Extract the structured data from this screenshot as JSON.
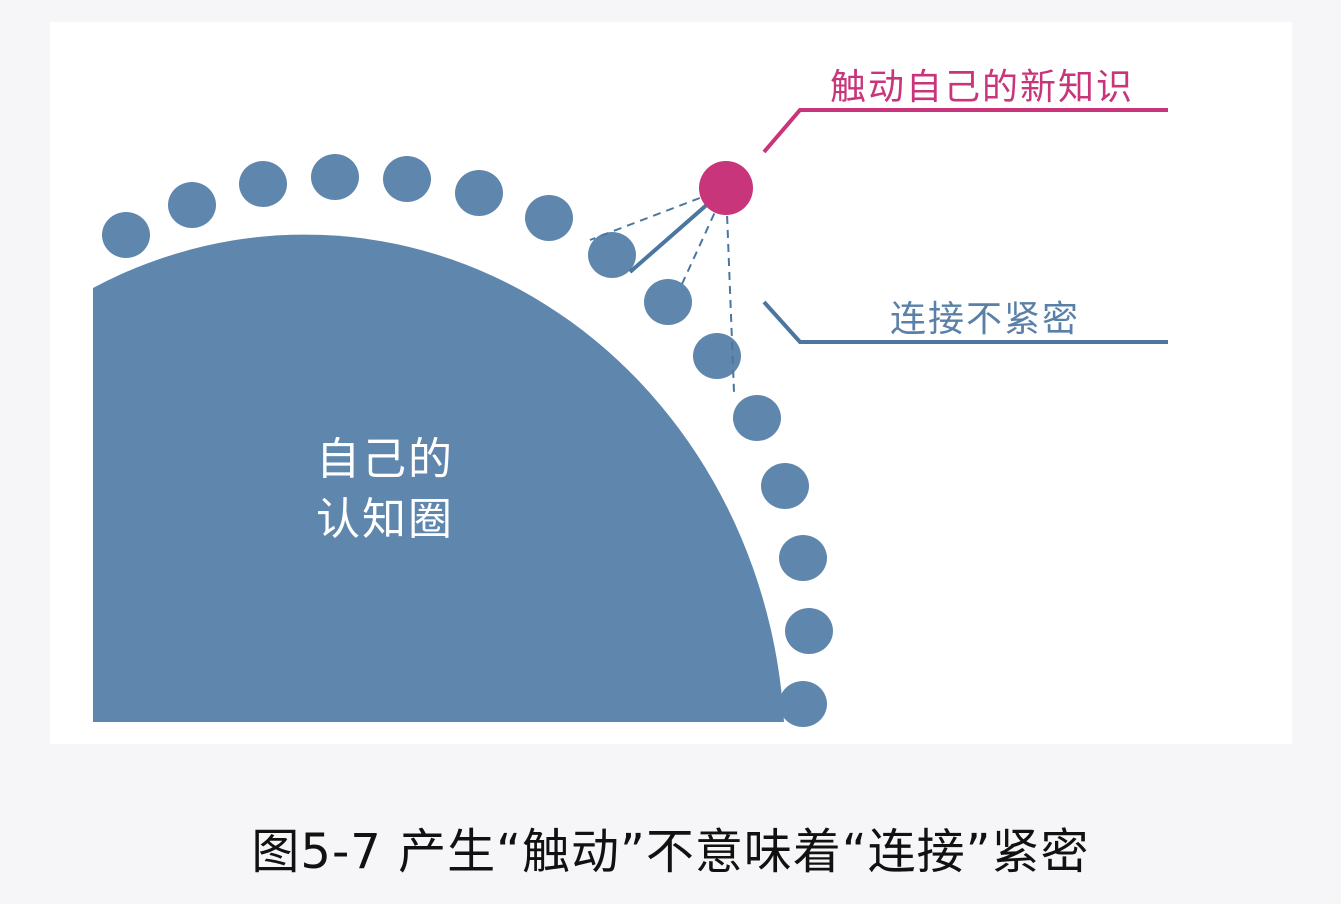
{
  "diagram": {
    "circle_label_line1": "自己的",
    "circle_label_line2": "认知圈",
    "callout_new_knowledge": "触动自己的新知识",
    "callout_loose_connection": "连接不紧密"
  },
  "caption": "图5-7 产生“触动”不意味着“连接”紧密",
  "colors": {
    "circle_fill": "#5f86ad",
    "node_fill": "#5f86ad",
    "new_knowledge": "#c8357a",
    "connection_line": "#4a76a0",
    "background": "#ffffff",
    "page_background": "#f6f6f8"
  }
}
